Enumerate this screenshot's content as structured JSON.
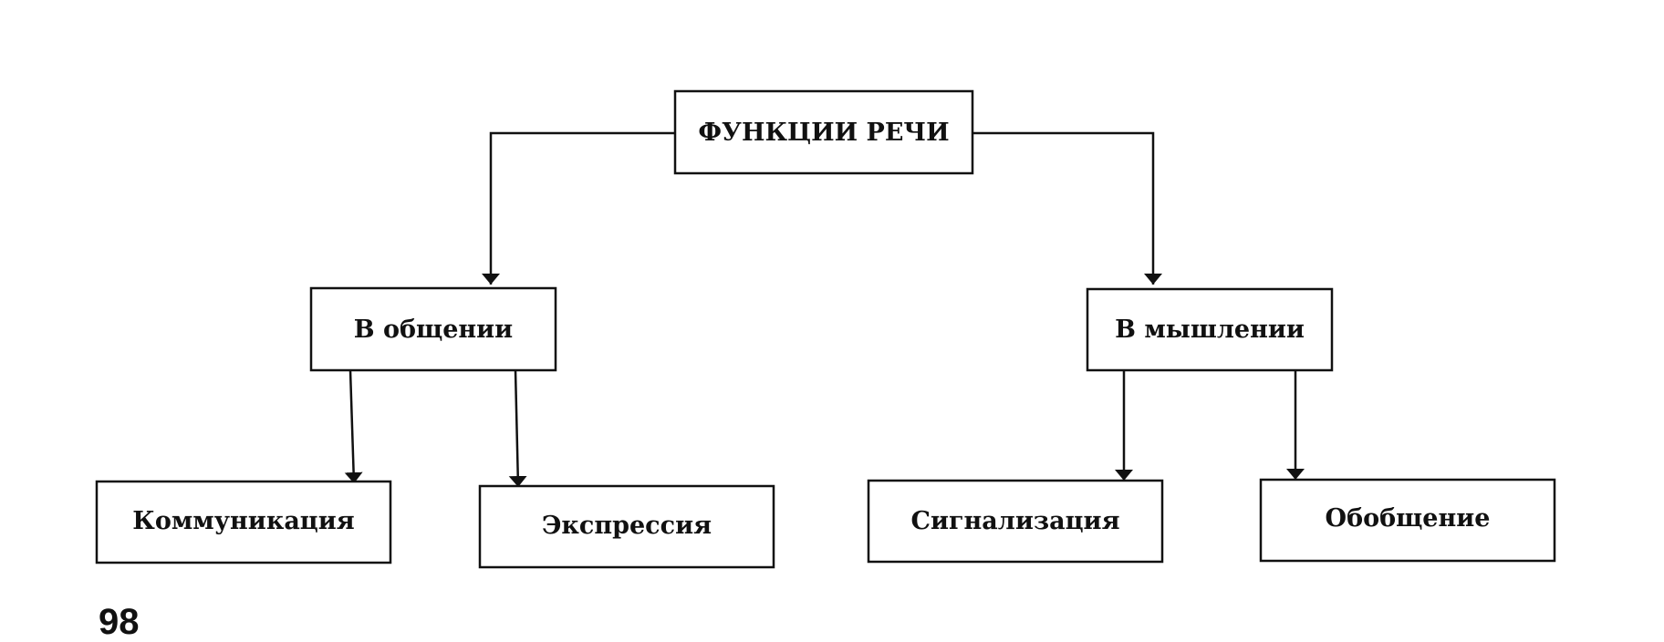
{
  "diagram": {
    "root": {
      "label": "ФУНКЦИИ РЕЧИ"
    },
    "communication": {
      "label": "В общении",
      "children": {
        "communication_act": "Коммуникация",
        "expression": "Экспрессия"
      }
    },
    "thinking": {
      "label": "В мышлении",
      "children": {
        "signalization": "Сигнализация",
        "generalization": "Обобщение"
      }
    }
  },
  "page_number": "98"
}
